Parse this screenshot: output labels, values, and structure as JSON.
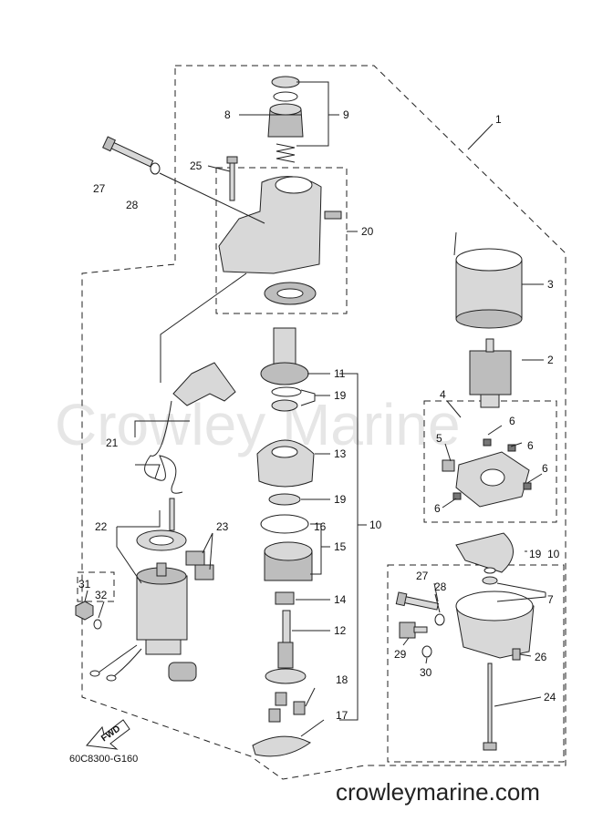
{
  "watermark": "Crowley Marine",
  "site_footer": "crowleymarine.com",
  "diagram_code": "60C8300-G160",
  "fwd_label": "FWD",
  "callouts": {
    "c1": "1",
    "c2": "2",
    "c3": "3",
    "c4": "4",
    "c5": "5",
    "c6a": "6",
    "c6b": "6",
    "c6c": "6",
    "c6d": "6",
    "c7": "7",
    "c8": "8",
    "c9": "9",
    "c10a": "10",
    "c10b": "10",
    "c11": "11",
    "c12": "12",
    "c13": "13",
    "c14": "14",
    "c15": "15",
    "c16": "16",
    "c17": "17",
    "c18": "18",
    "c19a": "19",
    "c19b": "19",
    "c19c": "19",
    "c20": "20",
    "c21": "21",
    "c22": "22",
    "c23": "23",
    "c24": "24",
    "c25": "25",
    "c26": "26",
    "c27a": "27",
    "c27b": "27",
    "c28a": "28",
    "c28b": "28",
    "c29": "29",
    "c30": "30",
    "c31": "31",
    "c32": "32"
  }
}
